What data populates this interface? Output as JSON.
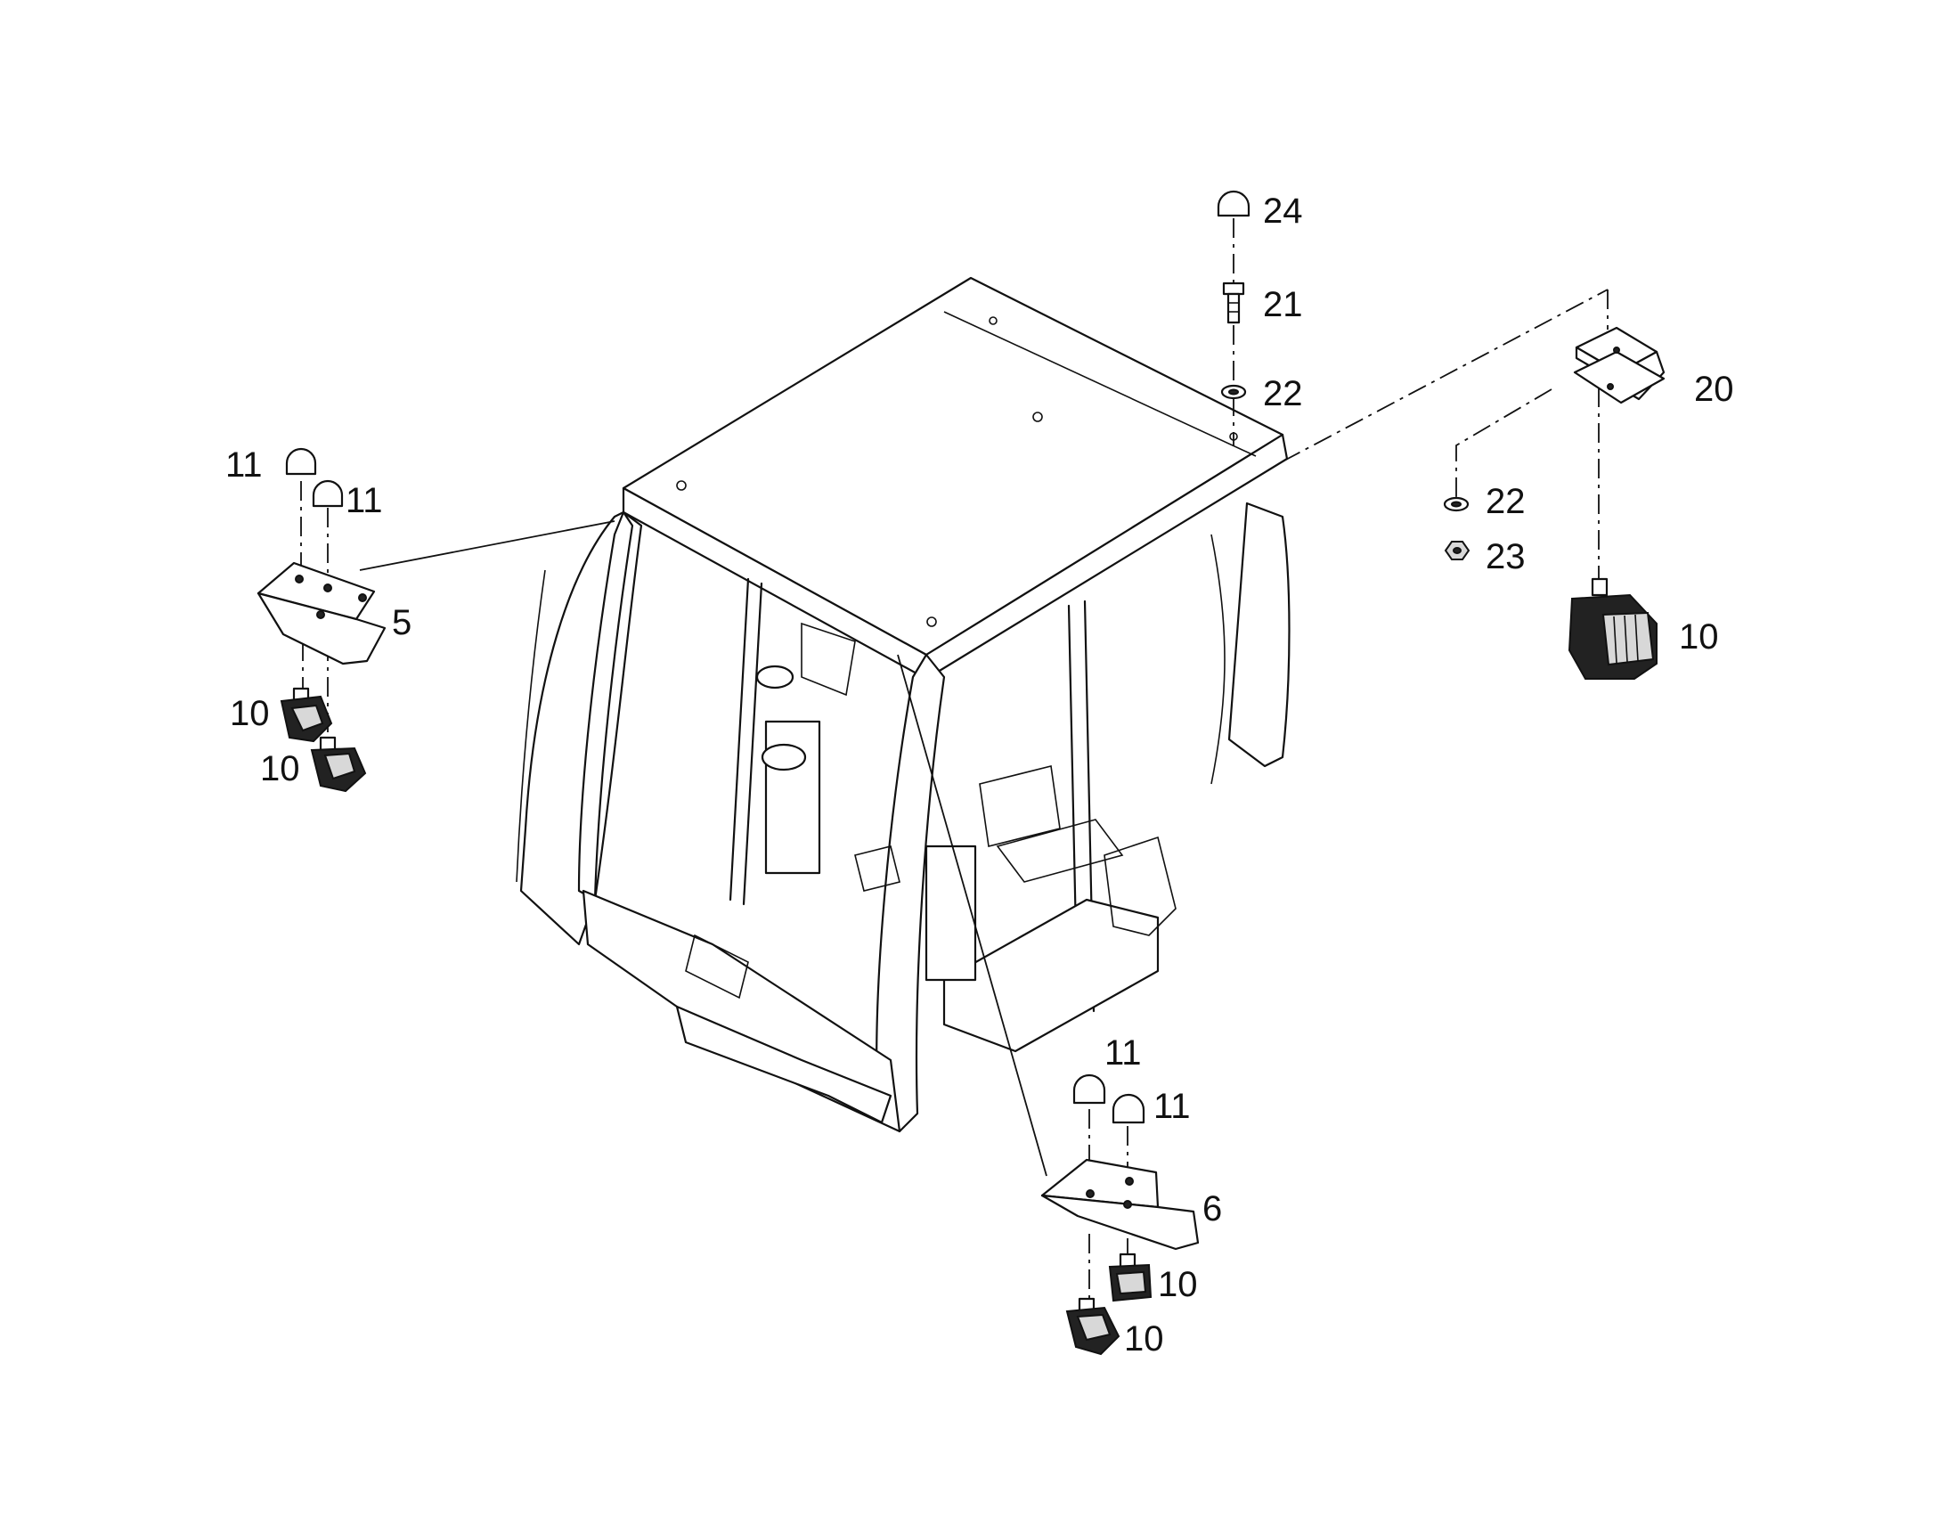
{
  "callouts": {
    "c24": "24",
    "c21": "21",
    "c22_top": "22",
    "c20": "20",
    "c22_right": "22",
    "c23": "23",
    "c10_right": "10",
    "c11_left_a": "11",
    "c11_left_b": "11",
    "c5": "5",
    "c10_left_a": "10",
    "c10_left_b": "10",
    "c11_bottom_a": "11",
    "c11_bottom_b": "11",
    "c6": "6",
    "c10_bottom_a": "10",
    "c10_bottom_b": "10"
  }
}
